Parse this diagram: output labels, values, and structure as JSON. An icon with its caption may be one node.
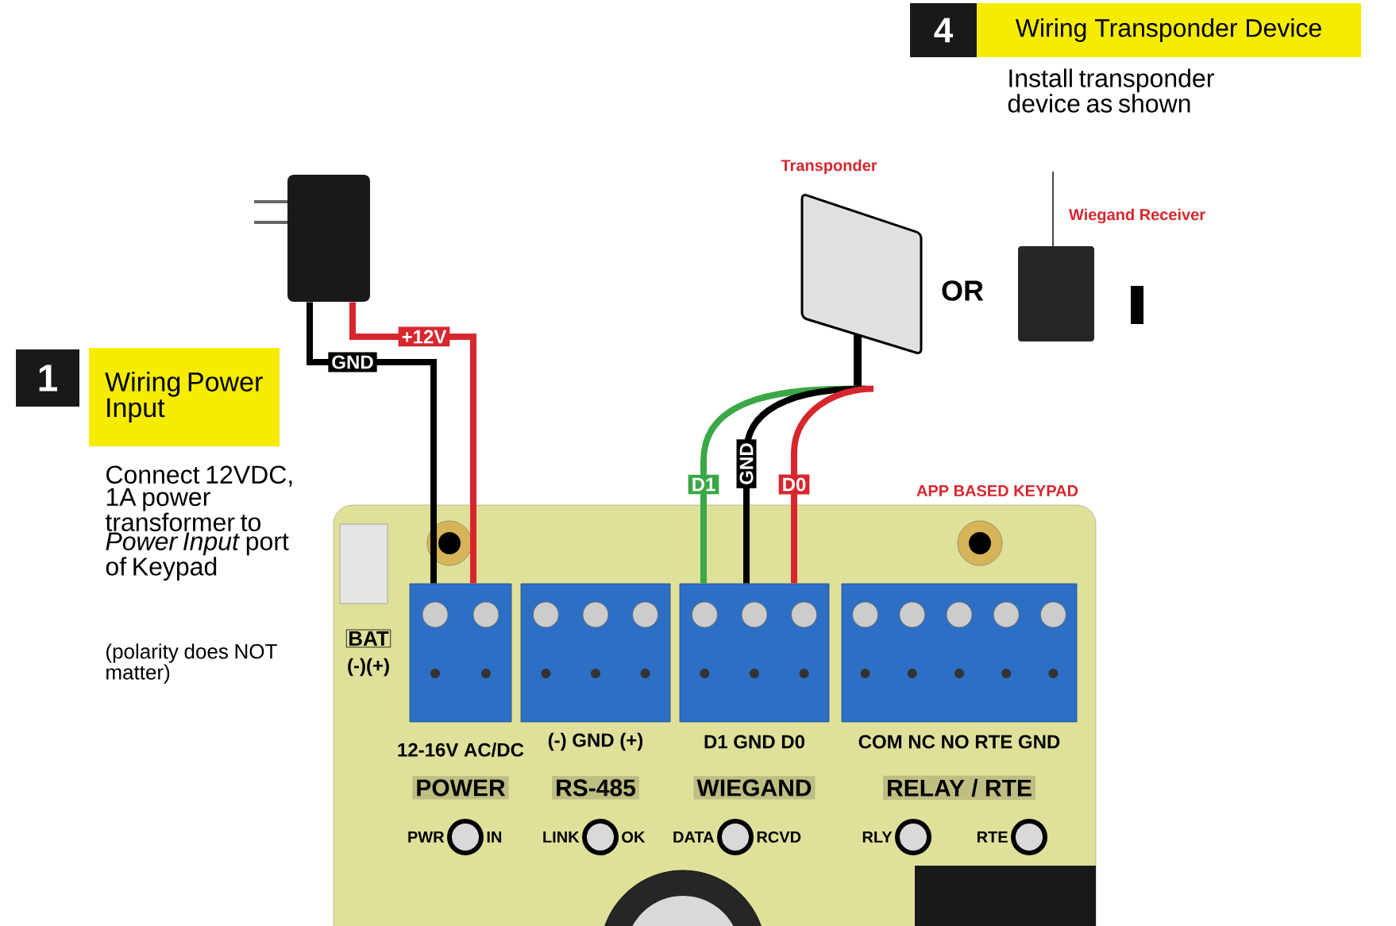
{
  "diagram": {
    "nodes": [
      {
        "text": [],
        "shape": "box"
      },
      {
        "text": [
          "Transponder"
        ]
      },
      {
        "text": [
          "Wiegand Receiver"
        ]
      },
      {
        "text": [
          "APP BASED KEYPAD"
        ]
      },
      {
        "text": [
          "12-16V AC/DC",
          "POWER"
        ],
        "in": 3
      },
      {
        "text": [
          "(-) GND (+)",
          "RS-485"
        ],
        "in": 3
      },
      {
        "text": [
          "D1 GND D0",
          "WIEGAND"
        ],
        "in": 3
      },
      {
        "text": [
          "COM NC NO RTE GND",
          "RELAY / RTE"
        ],
        "in": 3
      },
      {
        "text": [
          "BAT",
          "(-)(+)"
        ],
        "in": 3
      },
      {
        "text": [
          "1"
        ]
      },
      {
        "text": [
          "Wiring Power Input"
        ]
      },
      {
        "text": [
          "4"
        ]
      },
      {
        "text": [
          "Wiring Transponder Device"
        ]
      }
    ],
    "edges": [
      {
        "from": 0,
        "to": 4,
        "arrow": "none",
        "label": "GND"
      },
      {
        "from": 0,
        "to": 4,
        "arrow": "none",
        "label": "+12V",
        "color": "#d7262e"
      },
      {
        "from": 1,
        "to": 6,
        "arrow": "none",
        "label": "D1",
        "color": "#3aa846"
      },
      {
        "from": 1,
        "to": 6,
        "arrow": "none",
        "label": "GND"
      },
      {
        "from": 1,
        "to": 6,
        "arrow": "none",
        "label": "D0",
        "color": "#d7262e"
      }
    ],
    "labels": [
      "Install transponder device as shown",
      "Connect 12VDC, 1A power transformer to *Power Input* port of Keypad",
      "(polarity does NOT matter)",
      "OR",
      "PWR",
      "IN",
      "LINK",
      "OK",
      "DATA",
      "RCVD",
      "RLY",
      "RTE"
    ]
  }
}
